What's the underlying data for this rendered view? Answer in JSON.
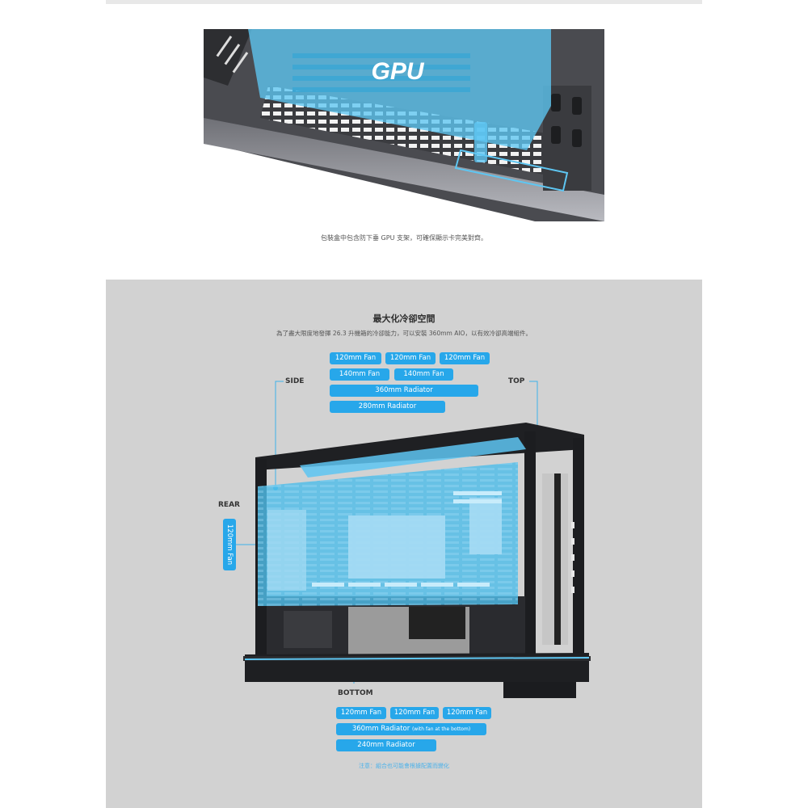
{
  "gpu_photo": {
    "label": "GPU",
    "caption": "包裝盒中包含防下垂 GPU 支架，可確保顯示卡完美對齊。"
  },
  "cooling": {
    "title": "最大化冷卻空間",
    "subtitle": "為了盡大限度地發揮 26.3 升機箱的冷卻能力，可以安裝 360mm AIO，以有效冷卻高端組件。",
    "side_label": "SIDE",
    "top_label": "TOP",
    "rear_label": "REAR",
    "bottom_label": "BOTTOM",
    "top_chips": {
      "row1": [
        "120mm Fan",
        "120mm Fan",
        "120mm Fan"
      ],
      "row2": [
        "140mm Fan",
        "140mm Fan"
      ],
      "radiator360": "360mm Radiator",
      "radiator280": "280mm Radiator"
    },
    "rear_chip": "120mm Fan",
    "bottom_chips": {
      "row1": [
        "120mm Fan",
        "120mm Fan",
        "120mm Fan"
      ],
      "radiator360": "360mm Radiator",
      "radiator360_note": "(with fan at the bottom)",
      "radiator240": "240mm Radiator"
    },
    "note": "注意：組合也可能會根據配置而變化",
    "colors": {
      "chip": "#27a7ea",
      "panel": "#d2d2d2",
      "highlight": "#5ec6f2"
    }
  }
}
